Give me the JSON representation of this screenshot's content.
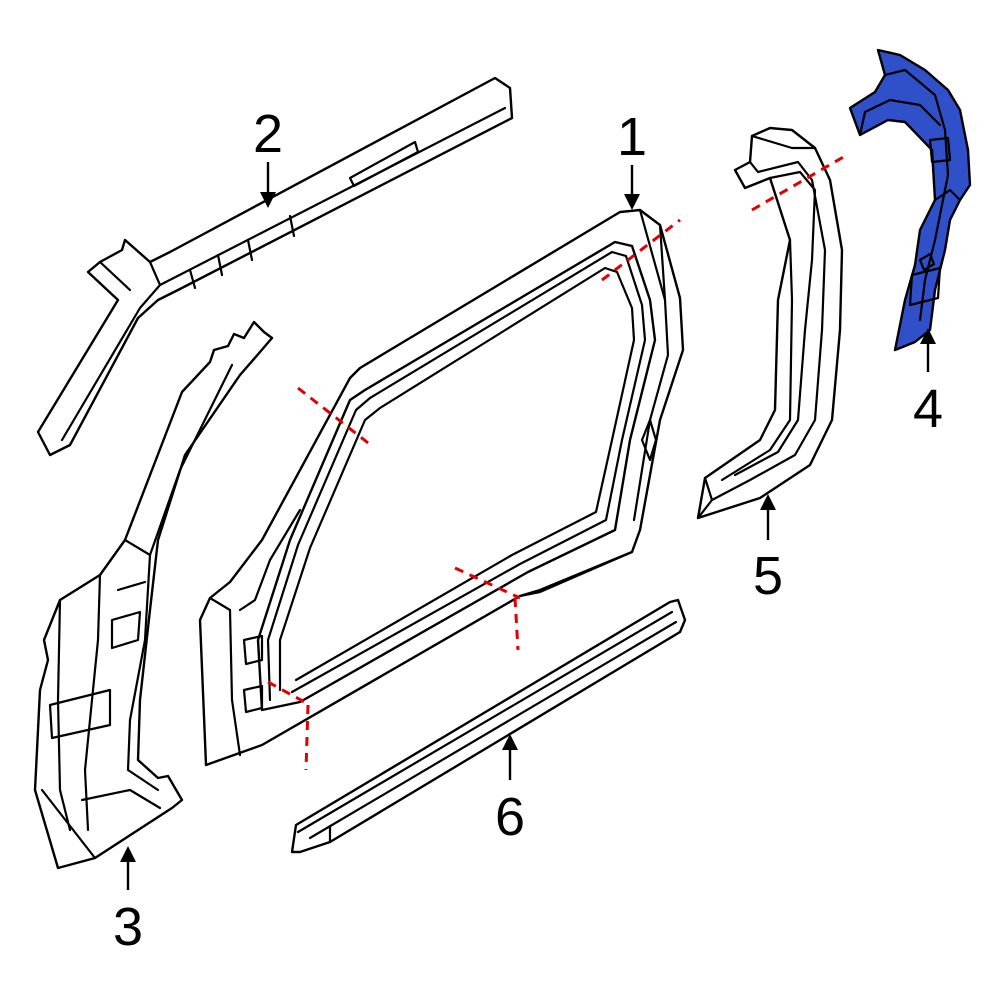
{
  "diagram": {
    "colors": {
      "highlight": "#2f50c8",
      "outline": "#000000",
      "cut_line": "#e00000",
      "background": "#ffffff"
    },
    "callouts": [
      {
        "id": "1",
        "label": "1"
      },
      {
        "id": "2",
        "label": "2"
      },
      {
        "id": "3",
        "label": "3"
      },
      {
        "id": "4",
        "label": "4"
      },
      {
        "id": "5",
        "label": "5"
      },
      {
        "id": "6",
        "label": "6"
      }
    ]
  }
}
